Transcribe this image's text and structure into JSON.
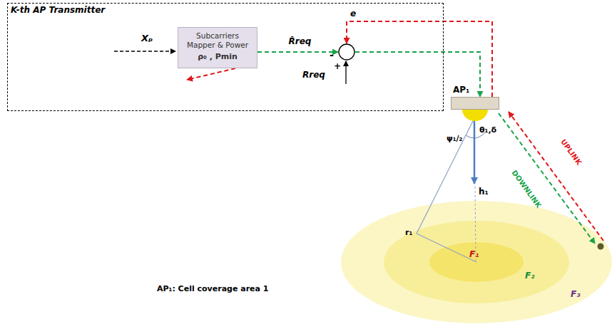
{
  "diagram": {
    "nodes": [
      {
        "text": [
          "K-th AP Transmitter"
        ]
      },
      {
        "text": [
          "Subcarriers Mapper & Power",
          "ρ₀ , Pmin"
        ],
        "in": 0
      },
      {
        "text": [
          "-",
          "+"
        ],
        "in": 0
      },
      {
        "text": [
          "AP₁"
        ]
      }
    ],
    "edges": [
      {
        "from": 1,
        "to": 2,
        "arrow": "to",
        "label": "R̂req"
      },
      {
        "from": 2,
        "to": 3,
        "arrow": "to"
      },
      {
        "from": 3,
        "to": 2,
        "arrow": "to",
        "label": "e"
      }
    ],
    "labels": [
      "Xₚ",
      "Rreq",
      "ψ₁/₂",
      "θ₁,δ",
      "h₁",
      "r₁",
      "F₁",
      "F₂",
      "F₃",
      "UPLINK",
      "DOWNLINK",
      "AP₁: Cell coverage area 1"
    ]
  }
}
